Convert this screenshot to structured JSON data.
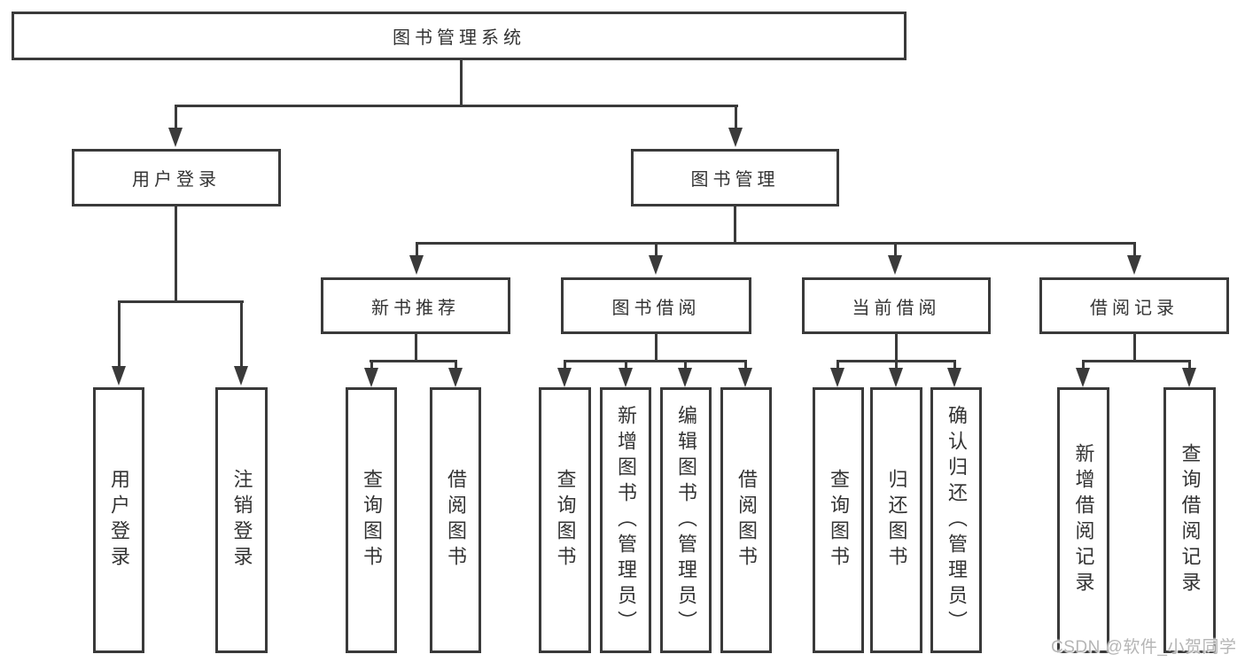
{
  "tree": {
    "label": "图书管理系统",
    "children": [
      {
        "label": "用户登录",
        "children": [
          {
            "label": "用户登录"
          },
          {
            "label": "注销登录"
          }
        ]
      },
      {
        "label": "图书管理",
        "children": [
          {
            "label": "新书推荐",
            "children": [
              {
                "label": "查询图书"
              },
              {
                "label": "借阅图书"
              }
            ]
          },
          {
            "label": "图书借阅",
            "children": [
              {
                "label": "查询图书"
              },
              {
                "label": "新增图书（管理员）"
              },
              {
                "label": "编辑图书（管理员）"
              },
              {
                "label": "借阅图书"
              }
            ]
          },
          {
            "label": "当前借阅",
            "children": [
              {
                "label": "查询图书"
              },
              {
                "label": "归还图书"
              },
              {
                "label": "确认归还（管理员）"
              }
            ]
          },
          {
            "label": "借阅记录",
            "children": [
              {
                "label": "新增借阅记录"
              },
              {
                "label": "查询借阅记录"
              }
            ]
          }
        ]
      }
    ]
  },
  "watermark": {
    "text": "CSDN @软件_小贺同学"
  },
  "colors": {
    "line": "#3a3a3a",
    "text": "#333333",
    "node_background": "#ffffff",
    "watermark": "#b5b5b5",
    "background": "#ffffff"
  }
}
